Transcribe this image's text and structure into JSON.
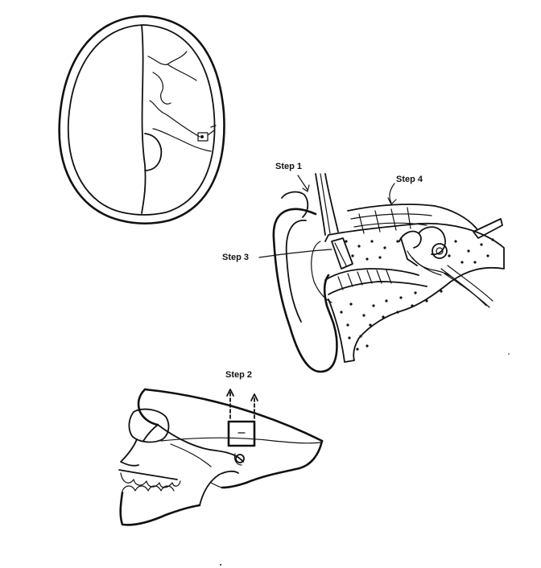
{
  "labels": {
    "step1": "Step 1",
    "step2": "Step 2",
    "step3": "Step 3",
    "step4": "Step 4"
  },
  "colors": {
    "ink": "#111111",
    "background": "#ffffff"
  }
}
